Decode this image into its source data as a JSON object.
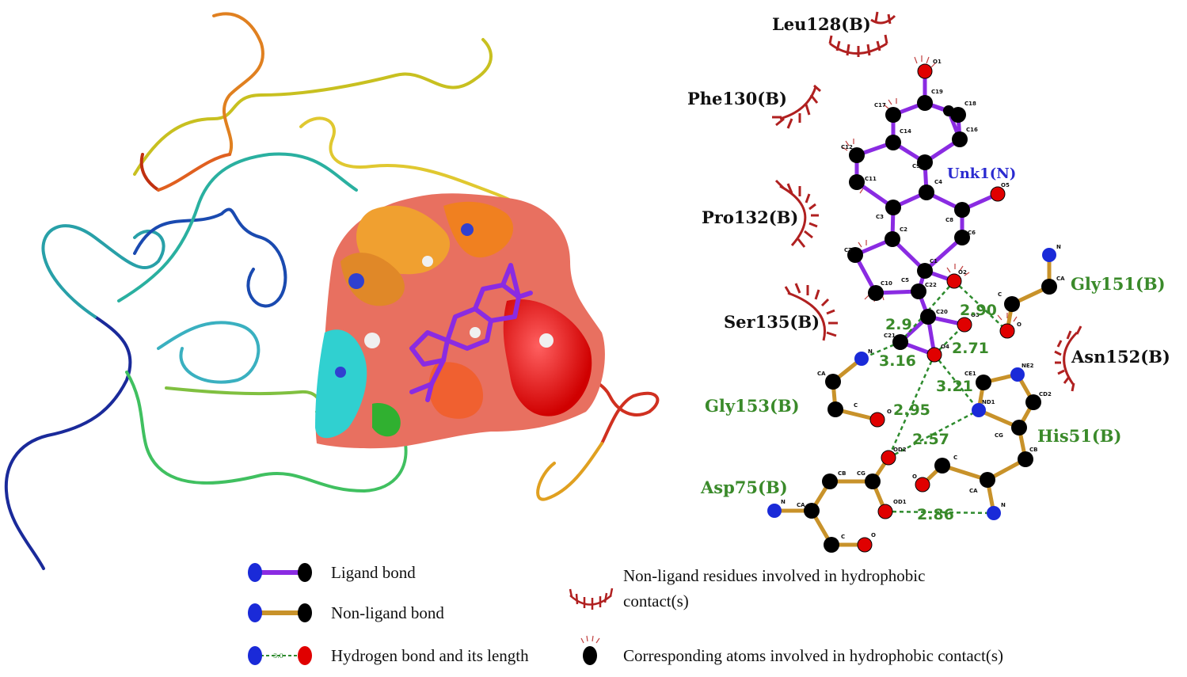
{
  "ligand_label": "Unk1(N)",
  "residues": {
    "leu128": "Leu128(B)",
    "phe130": "Phe130(B)",
    "pro132": "Pro132(B)",
    "ser135": "Ser135(B)",
    "gly151": "Gly151(B)",
    "asn152": "Asn152(B)",
    "gly153": "Gly153(B)",
    "his51": "His51(B)",
    "asp75": "Asp75(B)"
  },
  "hbond_lengths": {
    "a": "2.90",
    "b": "2.9",
    "c": "2.71",
    "d": "3.16",
    "e": "3.21",
    "f": "2.95",
    "g": "2.57",
    "h": "2.86"
  },
  "atoms": {
    "O1": "O1",
    "C19": "C19",
    "C17": "C17",
    "C18": "C18",
    "C16": "C16",
    "C14": "C14",
    "C12": "C12",
    "C9": "C9",
    "C11": "C11",
    "C4": "C4",
    "O5": "O5",
    "C3": "C3",
    "C8": "C8",
    "C2": "C2",
    "C6": "C6",
    "C7": "C7",
    "C5": "C5",
    "C1": "C1",
    "O2": "O2",
    "C10": "C10",
    "C22": "C22",
    "C20": "C20",
    "O3": "O3",
    "C21": "C21",
    "O4": "O4",
    "N": "N",
    "CA": "CA",
    "C": "C",
    "O": "O",
    "CE1": "CE1",
    "NE2": "NE2",
    "CD2": "CD2",
    "ND1": "ND1",
    "CG": "CG",
    "CB": "CB",
    "OD2": "OD2",
    "OD1": "OD1"
  },
  "legend": {
    "ligand_bond": "Ligand bond",
    "non_ligand_bond": "Non-ligand bond",
    "hbond": "Hydrogen bond and its length",
    "hbond_sample": "3.0",
    "hydrophobic_residues": "Non-ligand residues involved in hydrophobic contact(s)",
    "hydrophobic_atoms": "Corresponding atoms involved in hydrophobic contact(s)"
  },
  "colors": {
    "ligand_bond": "#8a2be2",
    "non_ligand_bond": "#c8922a",
    "hbond": "#2e8b2e",
    "carbon": "#000000",
    "oxygen": "#e00000",
    "nitrogen": "#1a2ad8",
    "hydrophobic_arc": "#b02020",
    "residue_green": "#3a8a2a"
  }
}
